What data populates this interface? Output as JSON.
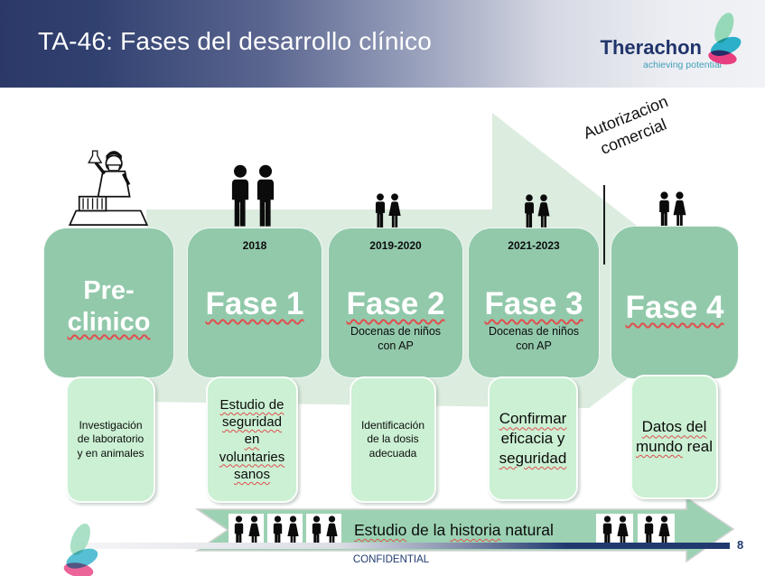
{
  "header": {
    "title": "TA-46: Fases del desarrollo clínico"
  },
  "brand": {
    "name": "Therachon",
    "tagline": "achieving potential"
  },
  "annotation": {
    "line1": "Autorizacion",
    "line2": "comercial"
  },
  "phases": [
    {
      "title_line1": "Pre-",
      "title_line2": "clinico",
      "detail_plain": "Investigación de laboratorio y en animales"
    },
    {
      "date": "2018",
      "title": "Fase 1",
      "detail_sq": "Estudio de seguridad en voluntaries sanos"
    },
    {
      "date": "2019-2020",
      "title": "Fase 2",
      "subtitle": "Docenas de niños con AP",
      "detail_plain": "Identificación de la dosis adecuada"
    },
    {
      "date": "2021-2023",
      "title": "Fase 3",
      "subtitle": "Docenas de niños con AP",
      "detail_sq": "Confirmar",
      "detail_plain": " eficacia y ",
      "detail_sq2": "seguridad"
    },
    {
      "title": "Fase 4",
      "detail_sq": "Datos del mundo",
      "detail_plain": " real"
    }
  ],
  "ribbon": {
    "seg1_sq": "Estudio",
    "seg2": " de la ",
    "seg3_sq": "historia",
    "seg4": " natural"
  },
  "footer": {
    "confidential": "CONFIDENTIAL",
    "page": "8"
  },
  "colors": {
    "header_navy": "#2c3968",
    "accent_green": "#92c9ab",
    "light_green": "#cbf0d3",
    "pale_green": "#dcecdf",
    "ribbon_green": "#9cd2b3",
    "navy_text": "#203a70",
    "logo_teal": "#2cb0c9",
    "logo_pink": "#e83f80",
    "logo_green": "#96d9b9",
    "squiggle_red": "#e04f4f"
  }
}
